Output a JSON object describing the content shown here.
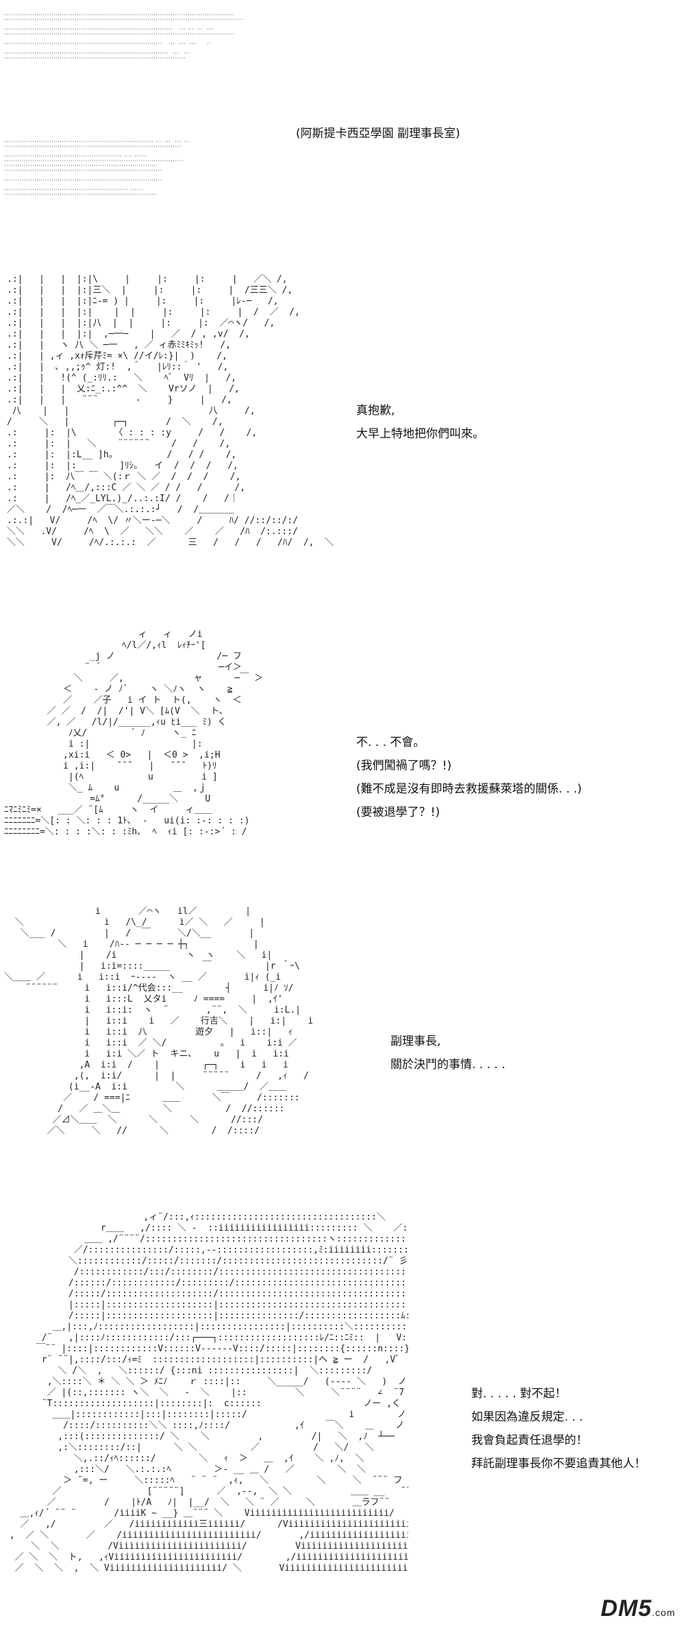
{
  "scene": {
    "location": "(阿斯提卡西亞學園  副理事長室)"
  },
  "panels": [
    {
      "lines": [
        "真抱歉,",
        "大早上特地把你們叫來。"
      ]
    },
    {
      "lines": [
        "不. . . 不會。",
        "(我們闖禍了嗎？!)",
        "(難不成是沒有即時去救援蘇萊塔的關係. . .)",
        "(要被退學了？!)"
      ]
    },
    {
      "lines": [
        "副理事長,",
        "關於決鬥的事情. . . . ."
      ]
    },
    {
      "lines": [
        "對. . . . . 對不起！",
        "如果因為違反規定. . .",
        "我會負起責任退學的！",
        "拜託副理事長你不要追責其他人！"
      ]
    }
  ],
  "watermark": {
    "text": "DM5",
    "suffix": ".com"
  }
}
